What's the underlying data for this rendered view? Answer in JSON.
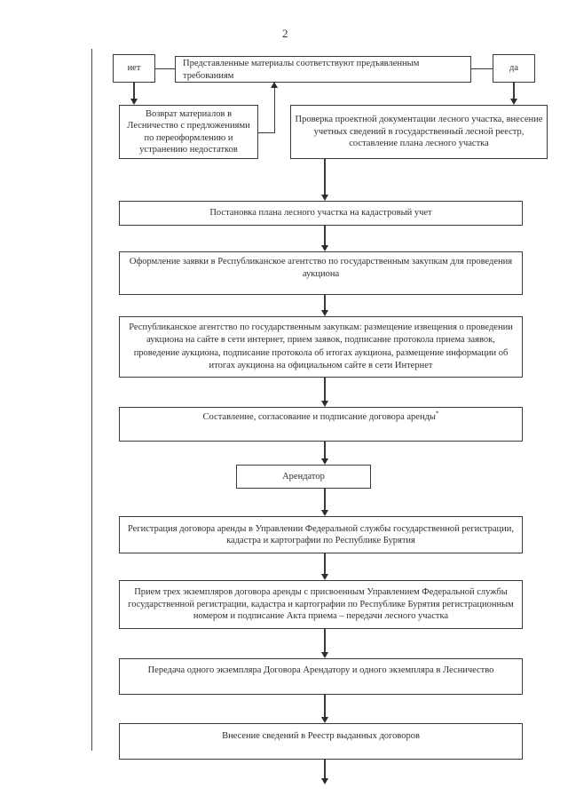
{
  "page": {
    "number": "2"
  },
  "flowchart": {
    "decision": "Представленные  материалы соответствуют предъявленным требованиям",
    "no_label": "нет",
    "yes_label": "да",
    "nodes": {
      "return_materials": "Возврат материалов в Лесничество с предложениями по переоформлению и устранению недостатков",
      "check_docs": "Проверка проектной документации лесного участка, внесение учетных сведений в государственный лесной реестр, составление плана лесного участка",
      "cadastre": "Постановка  плана лесного участка на кадастровый учет",
      "application": "Оформление  заявки в Республиканское агентство по государственным  закупкам  для проведения аукциона",
      "agency": "Республиканское  агентство по государственным закупкам: размещение извещения о проведении аукциона на  сайте в сети интернет, прием заявок, подписание протокола приема заявок, проведение аукциона, подписание протокола об итогах аукциона, размещение информации об итогах аукциона на официальном  сайте в сети Интернет",
      "contract": "Составление, согласование и подписание договора аренды",
      "contract_mark": "*",
      "tenant": "Арендатор",
      "registration": "Регистрация договора аренды в Управлении Федеральной службы государственной регистрации, кадастра и картографии по Республике Бурятия",
      "acceptance": "Прием трех  экземпляров договора аренды с присвоенным Управлением Федеральной службы государственной регистрации, кадастра и картографии по Республике Бурятия регистрационным номером  и подписание Акта приема – передачи лесного участка",
      "transfer": "Передача одного  экземпляра  Договора  Арендатору  и одного экземпляра в Лесничество",
      "registry": "Внесение сведений в Реестр выданных договоров"
    }
  }
}
